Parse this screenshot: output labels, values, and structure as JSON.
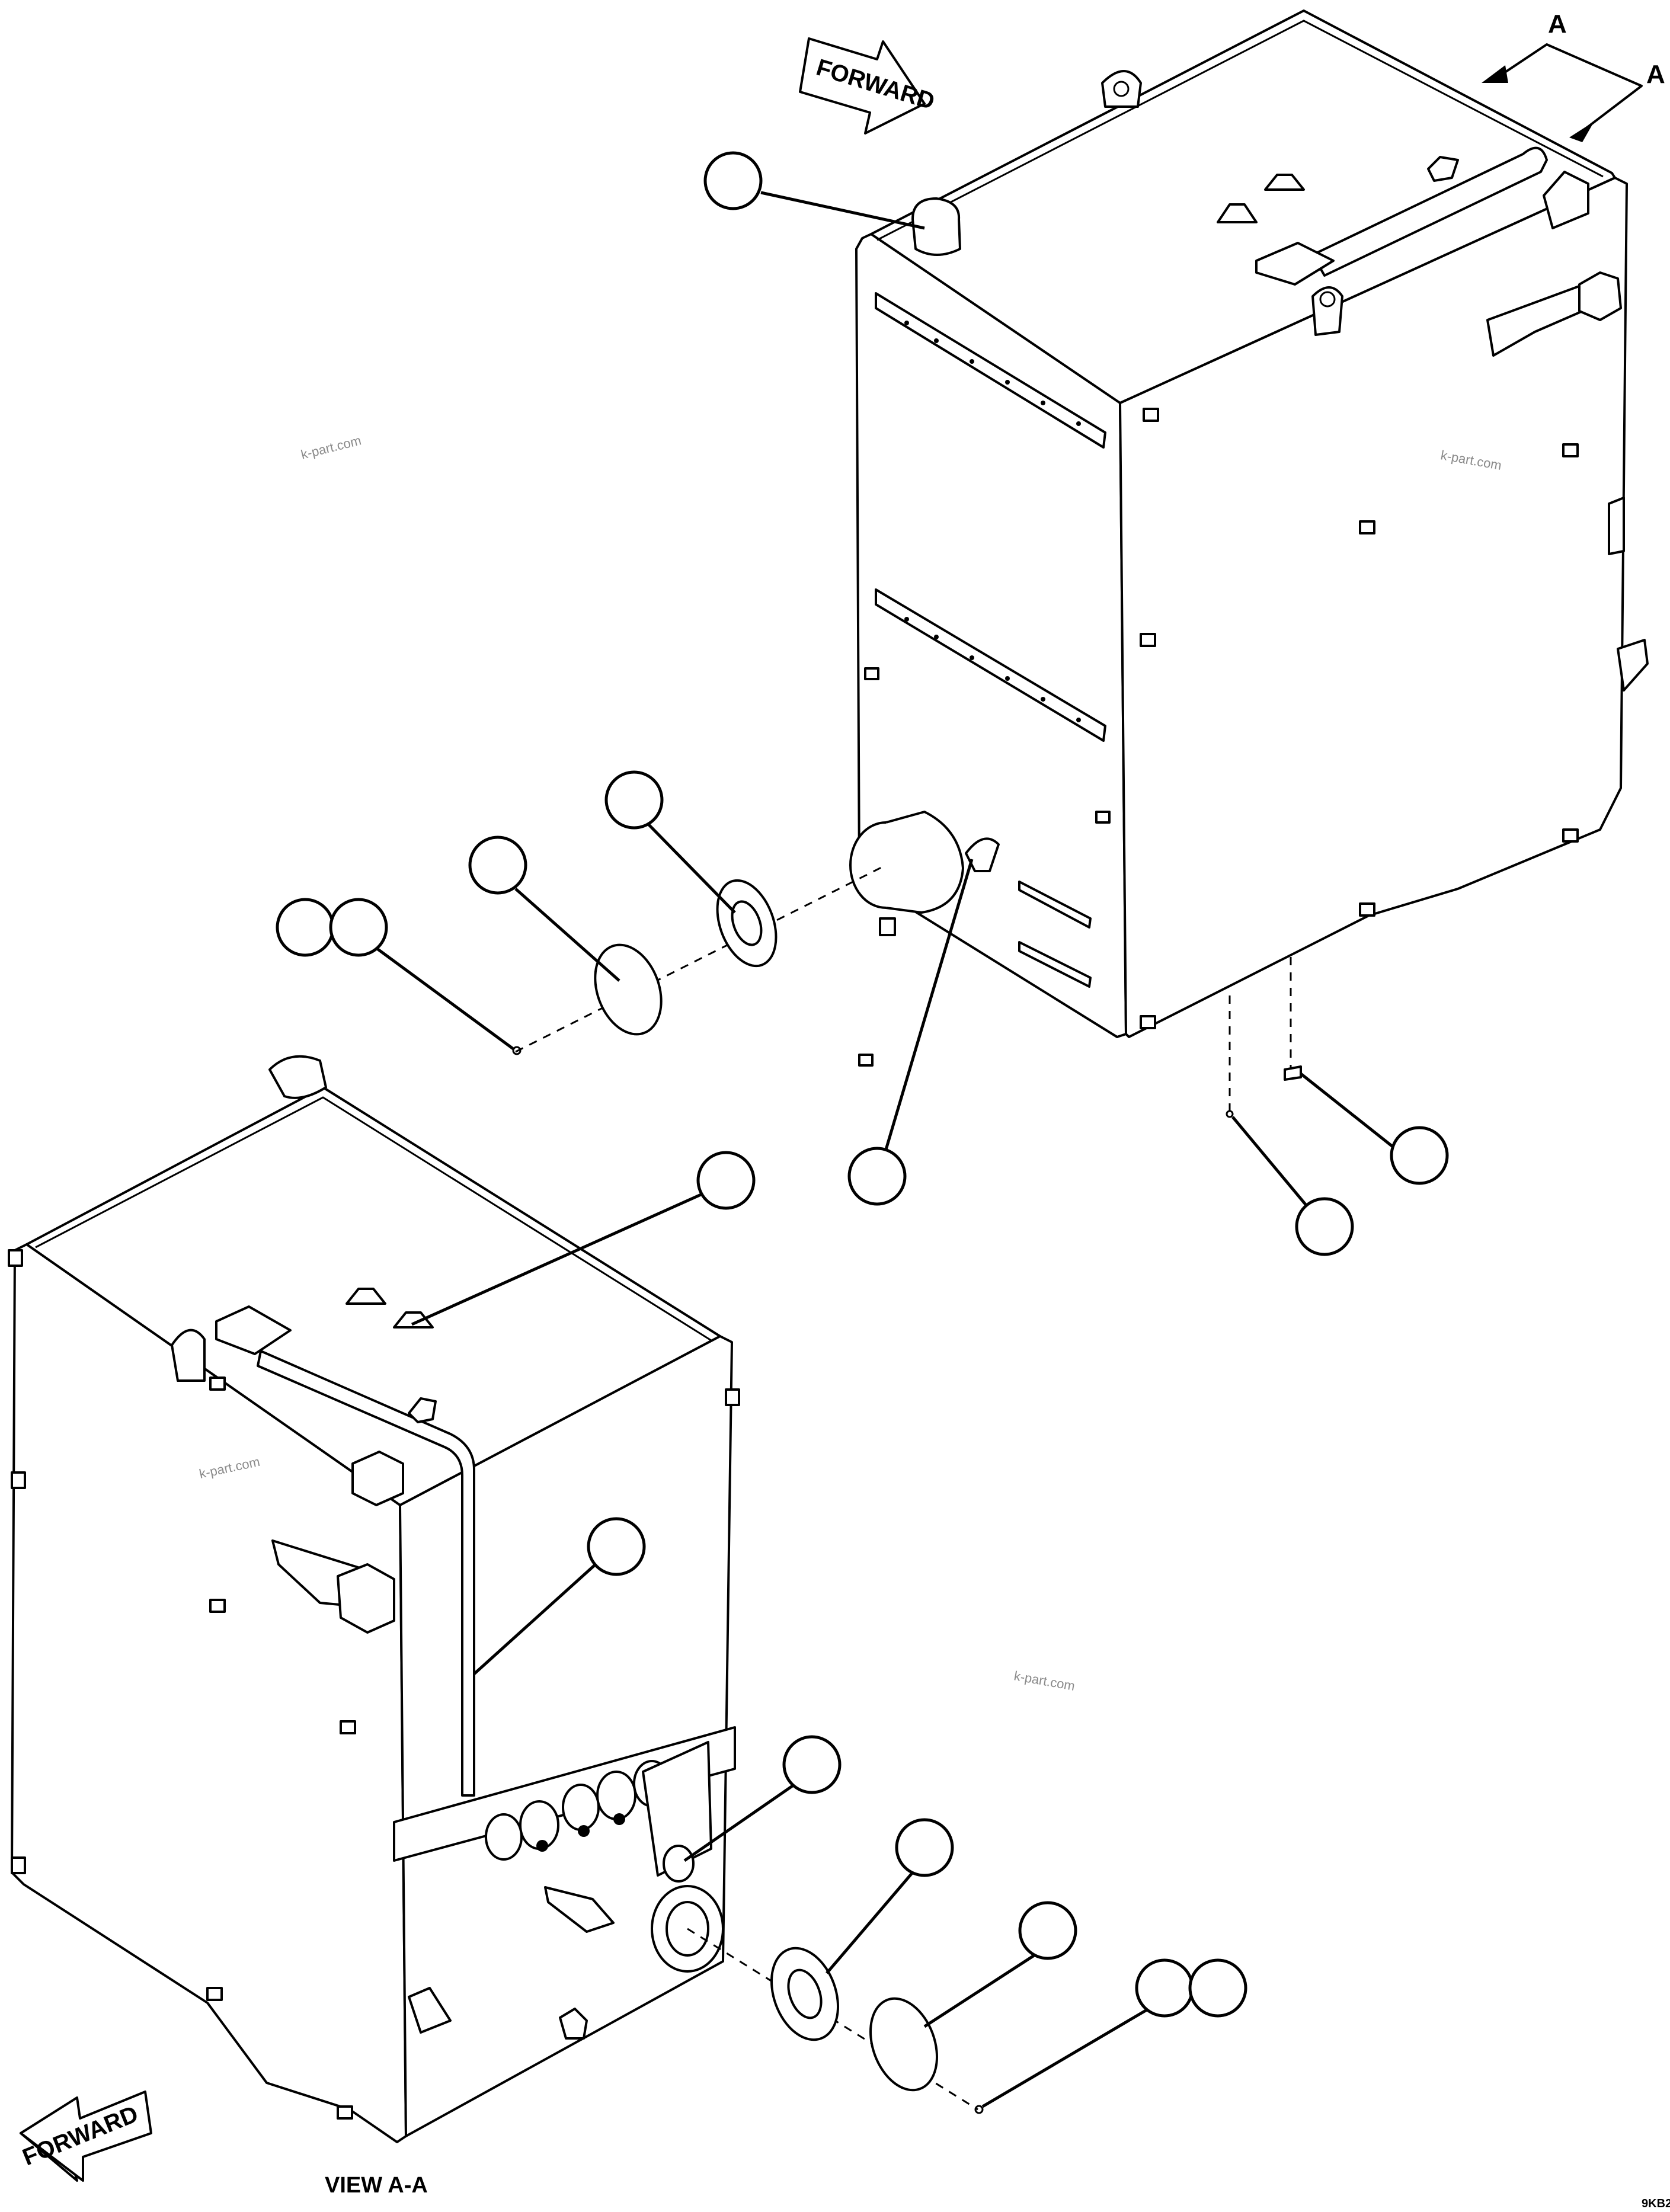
{
  "labels": {
    "forward_top": "FORWARD",
    "forward_bottom": "FORWARD",
    "section_mark_1": "A",
    "section_mark_2": "A",
    "view_title": "VIEW A-A",
    "figure_id": "9KB2"
  },
  "watermarks": [
    "k-part.com",
    "k-part.com",
    "k-part.com",
    "k-part.com"
  ]
}
